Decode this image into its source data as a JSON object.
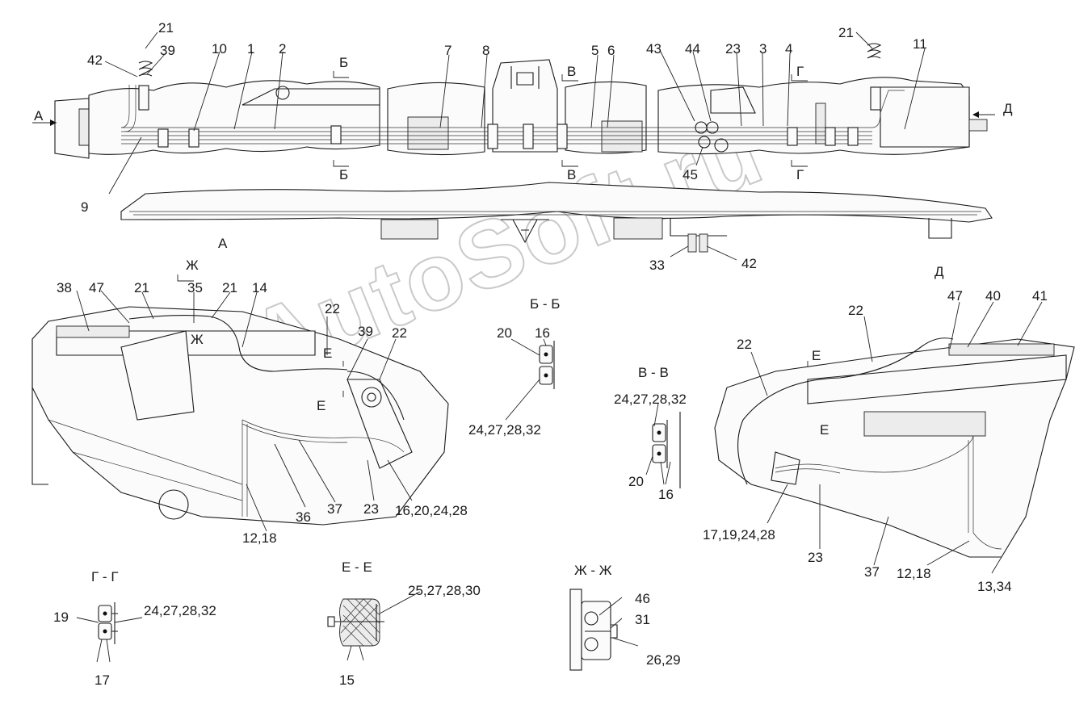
{
  "watermark": "AutoSoft.ru",
  "views": {
    "view_a": "А",
    "view_d": "Д",
    "section_bb": "Б - Б",
    "section_vv": "В - В",
    "section_gg": "Г - Г",
    "section_ee": "Е - Е",
    "section_zhzh": "Ж - Ж"
  },
  "section_markers": {
    "b": "Б",
    "v": "В",
    "g": "Г",
    "e": "Е",
    "zh": "Ж",
    "arrow_a": "А",
    "arrow_d": "Д"
  },
  "callouts": {
    "top": [
      "21",
      "42",
      "39",
      "10",
      "1",
      "2",
      "7",
      "8",
      "5",
      "6",
      "43",
      "44",
      "23",
      "3",
      "4",
      "21",
      "11",
      "9",
      "45",
      "33",
      "42"
    ],
    "view_a": [
      "38",
      "47",
      "21",
      "35",
      "21",
      "14",
      "22",
      "39",
      "22",
      "36",
      "37",
      "23",
      "16,20,24,28",
      "12,18"
    ],
    "section_bb": [
      "20",
      "16",
      "24,27,28,32"
    ],
    "section_vv": [
      "24,27,28,32",
      "20",
      "16"
    ],
    "view_d": [
      "47",
      "40",
      "41",
      "22",
      "22",
      "17,19,24,28",
      "23",
      "37",
      "12,18",
      "13,34"
    ],
    "section_gg": [
      "19",
      "24,27,28,32",
      "17"
    ],
    "section_ee": [
      "25,27,28,30",
      "15"
    ],
    "section_zhzh": [
      "46",
      "31",
      "26,29"
    ]
  }
}
